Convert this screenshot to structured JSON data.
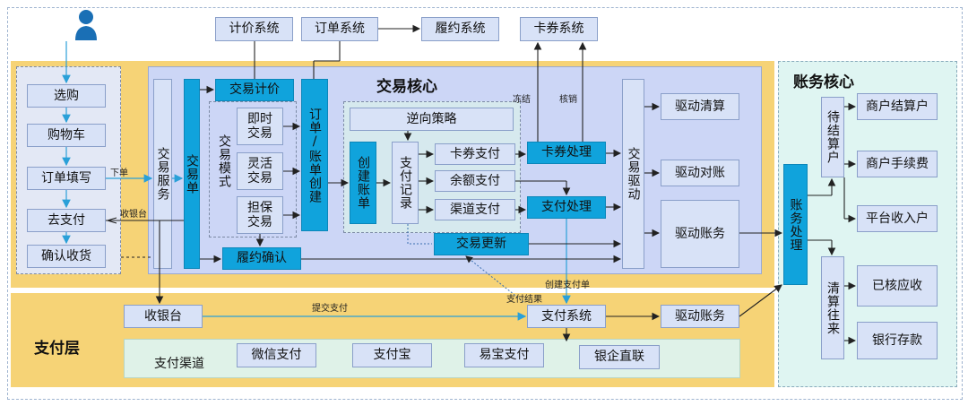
{
  "top_systems": {
    "pricing": "计价系统",
    "order": "订单系统",
    "fulfill": "履约系统",
    "coupon": "卡券系统"
  },
  "trade_core": {
    "title": "交易核心",
    "trade_service": "交易服务",
    "trade_order": "交易单",
    "trade_pricing": "交易计价",
    "trade_mode": "交易模式",
    "modes": [
      "即时交易",
      "灵活交易",
      "担保交易"
    ],
    "fulfill_confirm": "履约确认",
    "order_create": "订单/账单创建",
    "reverse_strategy": "逆向策略",
    "create_bill": "创建账单",
    "pay_record": "支付记录",
    "pay_methods": [
      "卡券支付",
      "余额支付",
      "渠道支付"
    ],
    "coupon_process": "卡券处理",
    "pay_process": "支付处理",
    "trade_update": "交易更新",
    "trade_drive": "交易驱动",
    "drives": [
      "驱动清算",
      "驱动对账",
      "驱动账务"
    ]
  },
  "user_flow": [
    "选购",
    "购物车",
    "订单填写",
    "去支付",
    "确认收货"
  ],
  "account_core": {
    "title": "账务核心",
    "process": "账务处理",
    "pending_settle": "待结算户",
    "clearing": "清算往来",
    "accounts": [
      "商户结算户",
      "商户手续费",
      "平台收入户",
      "已核应收",
      "银行存款"
    ]
  },
  "pay_layer": {
    "title": "支付层",
    "cashier": "收银台",
    "pay_system": "支付系统",
    "drive_account": "驱动账务",
    "channel_label": "支付渠道",
    "channels": [
      "微信支付",
      "支付宝",
      "易宝支付",
      "银企直联"
    ]
  },
  "edge_labels": {
    "place_order": "下单",
    "cashier": "收银台",
    "freeze": "冻结",
    "verify": "核销",
    "submit_pay": "提交支付",
    "create_pay_order": "创建支付单",
    "pay_result": "支付结果"
  },
  "colors": {
    "yellow": "#f6d376",
    "blue_panel": "#ccd6f6",
    "teal": "#dff5f2",
    "dark_box": "#10a3dc",
    "light_box": "#d8e2f7"
  },
  "icons": [
    "user-icon"
  ]
}
